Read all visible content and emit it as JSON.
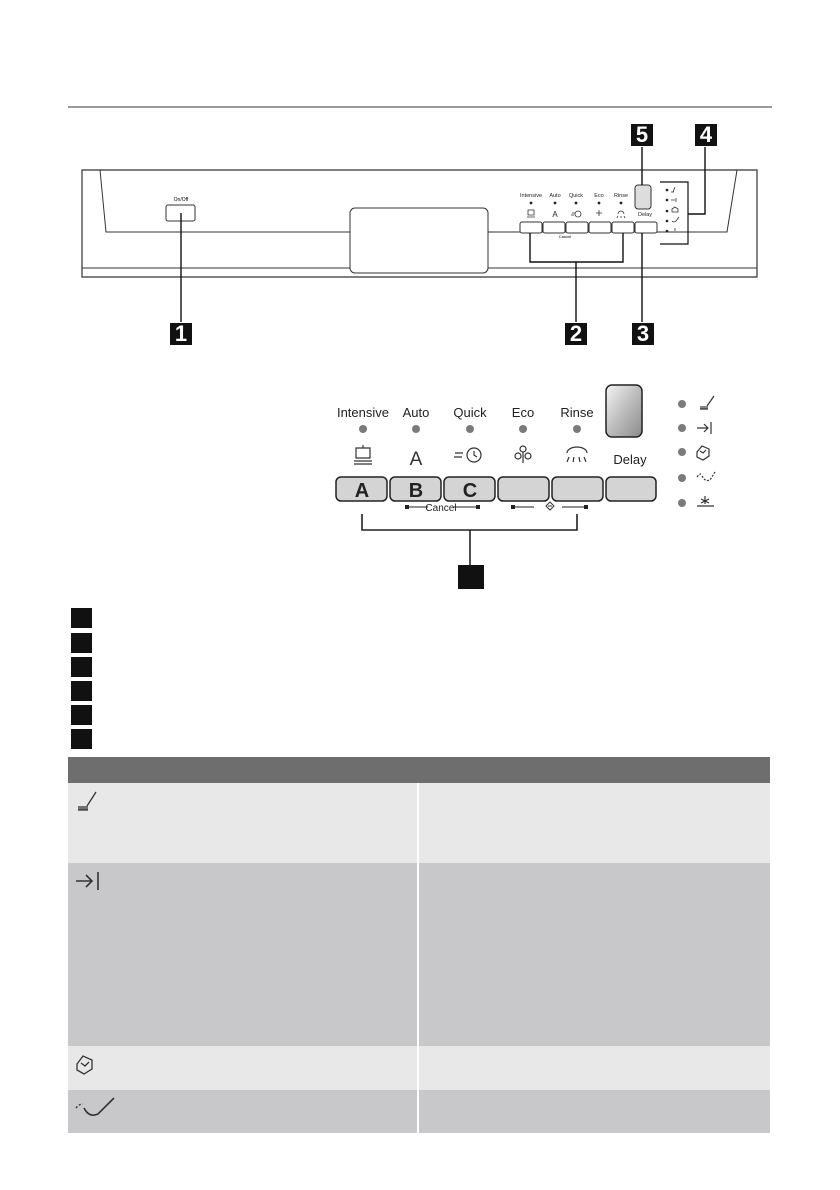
{
  "panel": {
    "onoff_label": "On/Off",
    "programs": [
      {
        "name": "Intensive",
        "symbol": "intensive-pot-icon"
      },
      {
        "name": "Auto",
        "symbol": "A"
      },
      {
        "name": "Quick",
        "symbol": "quick-clock-icon"
      },
      {
        "name": "Eco",
        "symbol": "eco-flower-icon"
      },
      {
        "name": "Rinse",
        "symbol": "rinse-spray-icon"
      }
    ],
    "delay_label": "Delay",
    "cancel_label": "Cancel",
    "callouts": [
      "1",
      "2",
      "3",
      "4",
      "5"
    ]
  },
  "detail": {
    "programs": [
      "Intensive",
      "Auto",
      "Quick",
      "Eco",
      "Rinse"
    ],
    "auto_symbol": "A",
    "button_letters": [
      "A",
      "B",
      "C"
    ],
    "delay_label": "Delay",
    "cancel_label": "Cancel",
    "indicator_icons": [
      "end-brush-icon",
      "arrow-to-bar-icon",
      "tablet-icon",
      "rinse-aid-icon",
      "salt-icon"
    ]
  },
  "legend": {
    "count": 6
  },
  "indicators_table": {
    "header_color": "#6e6e6e",
    "rows": [
      {
        "icon": "end-brush-icon"
      },
      {
        "icon": "arrow-to-bar-icon"
      },
      {
        "icon": "tablet-icon"
      },
      {
        "icon": "rinse-aid-icon"
      }
    ]
  }
}
